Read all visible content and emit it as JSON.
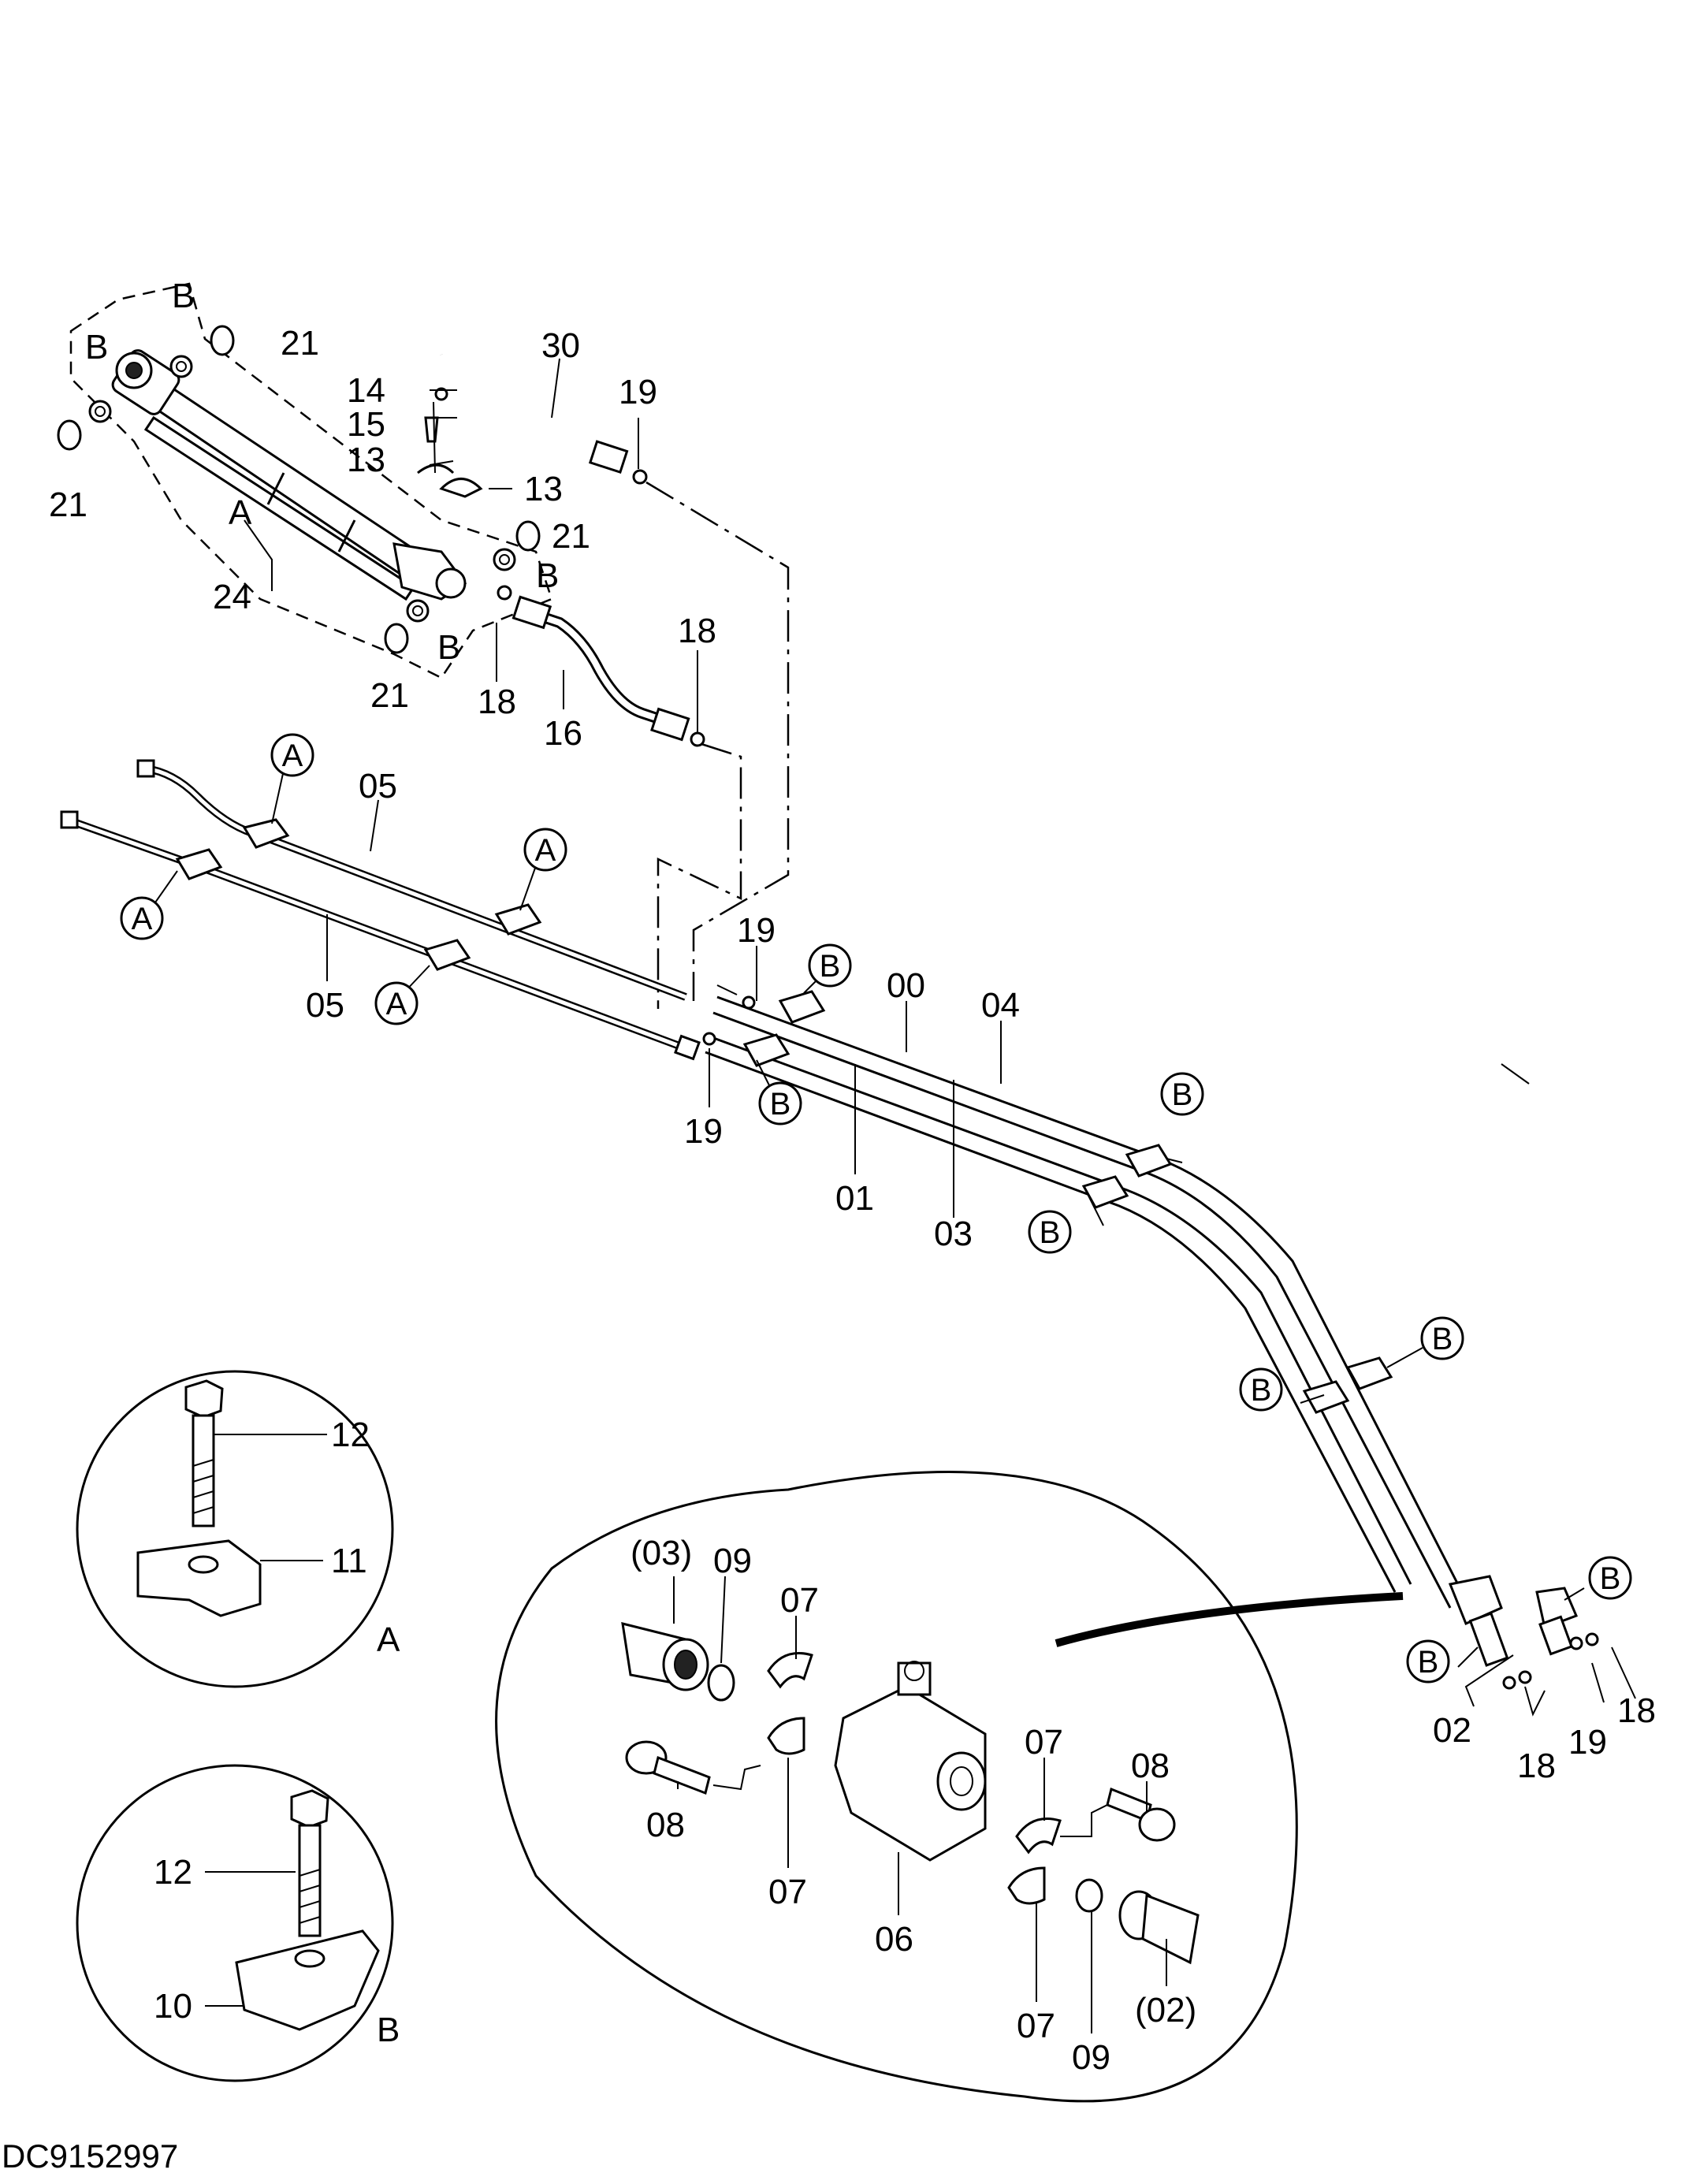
{
  "drawing_code": "DC9152997",
  "part_labels": {
    "p00": "00",
    "p01": "01",
    "p02": "02",
    "p02b": "(02)",
    "p03": "03",
    "p03b": "(03)",
    "p04": "04",
    "p05a": "05",
    "p05b": "05",
    "p06": "06",
    "p07a": "07",
    "p07b": "07",
    "p07c": "07",
    "p07d": "07",
    "p08a": "08",
    "p08b": "08",
    "p09a": "09",
    "p09b": "09",
    "p10": "10",
    "p11": "11",
    "p12a": "12",
    "p12b": "12",
    "p13a": "13",
    "p13b": "13",
    "p14": "14",
    "p15": "15",
    "p16": "16",
    "p18a": "18",
    "p18b": "18",
    "p18c": "18",
    "p18d": "18",
    "p19a": "19",
    "p19b": "19",
    "p19c": "19",
    "p19d": "19",
    "p21a": "21",
    "p21b": "21",
    "p21c": "21",
    "p21d": "21",
    "p24": "24",
    "p30": "30"
  },
  "letters": {
    "cylB1": "B",
    "cylB2": "B",
    "cylB3": "B",
    "cylB4": "B",
    "cylA": "A",
    "detailA": "A",
    "detailB": "B"
  },
  "callouts": {
    "a1": "A",
    "a2": "A",
    "a3": "A",
    "a4": "A",
    "b1": "B",
    "b2": "B",
    "b3": "B",
    "b4": "B",
    "b5": "B",
    "b6": "B",
    "b7": "B",
    "b8": "B"
  }
}
